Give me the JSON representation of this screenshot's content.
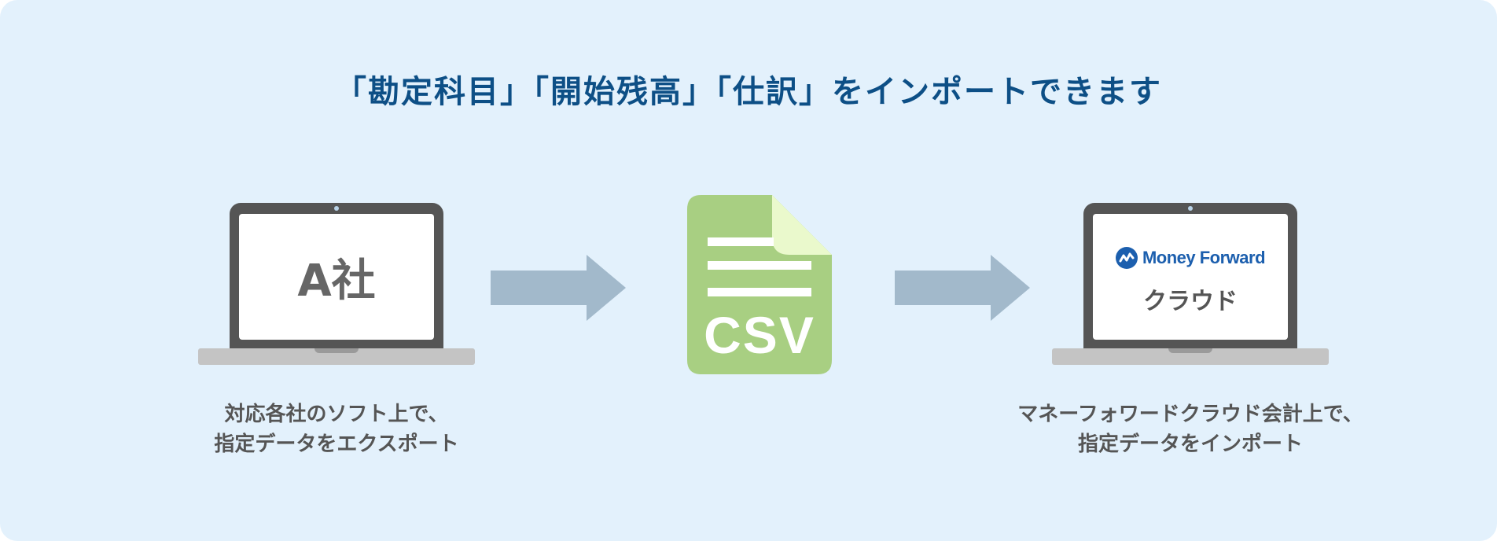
{
  "title": "「勘定科目」「開始残高」「仕訳」をインポートできます",
  "source": {
    "screen_label": "A社",
    "caption_line1": "対応各社のソフト上で、",
    "caption_line2": "指定データをエクスポート"
  },
  "file": {
    "label": "CSV"
  },
  "target": {
    "logo_text": "Money Forward",
    "screen_label": "クラウド",
    "caption_line1": "マネーフォワードクラウド会計上で、",
    "caption_line2": "指定データをインポート"
  },
  "colors": {
    "background": "#e3f1fc",
    "title": "#0d4f86",
    "arrow": "#a2b9cb",
    "csv_body": "#a8cf82",
    "csv_fold": "#eaf9cc",
    "laptop": "#555555",
    "logo": "#1c5fae"
  },
  "icons": {
    "source_device": "laptop-icon",
    "target_device": "laptop-icon",
    "file": "csv-file-icon",
    "flow": "arrow-right-icon"
  }
}
